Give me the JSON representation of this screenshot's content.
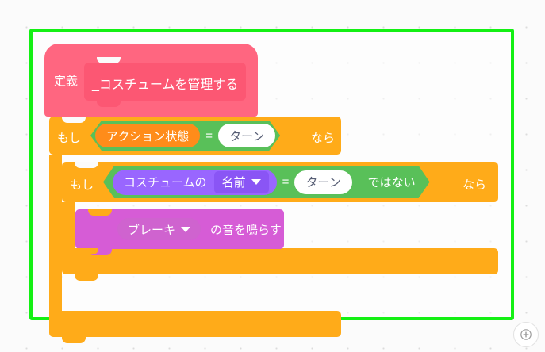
{
  "canvas": {
    "background_color": "#fbfbfb",
    "grid_dot_color": "#dcdcdc",
    "selection_color": "#14f014"
  },
  "palette": {
    "define_hat": "#FF6680",
    "define_prototype": "#FC5773",
    "control_orange": "#FFAB19",
    "operator_green": "#59C059",
    "variable_orange": "#FF8C1A",
    "looks_purple": "#9966FF",
    "sound_magenta": "#D65CD6",
    "text_white": "#FFFFFF",
    "input_text": "#575E75"
  },
  "script": {
    "define_block": {
      "keyword": "定義",
      "procedure_name": "_コスチュームを管理する"
    },
    "outer_if": {
      "keyword": "もし",
      "tail": "なら",
      "condition": {
        "left": "アクション状態",
        "operator": "=",
        "right": "ターン"
      }
    },
    "inner_if": {
      "keyword": "もし",
      "tail": "なら",
      "negation": "ではない",
      "condition": {
        "left_reporter": "コスチュームの",
        "left_dropdown": "名前",
        "operator": "=",
        "right": "ターン"
      }
    },
    "sound_block": {
      "dropdown": "ブレーキ",
      "tail": "の音を鳴らす"
    }
  },
  "controls": {
    "zoom_in": "zoom-in-icon",
    "zoom_in_glyph": "⊕"
  }
}
